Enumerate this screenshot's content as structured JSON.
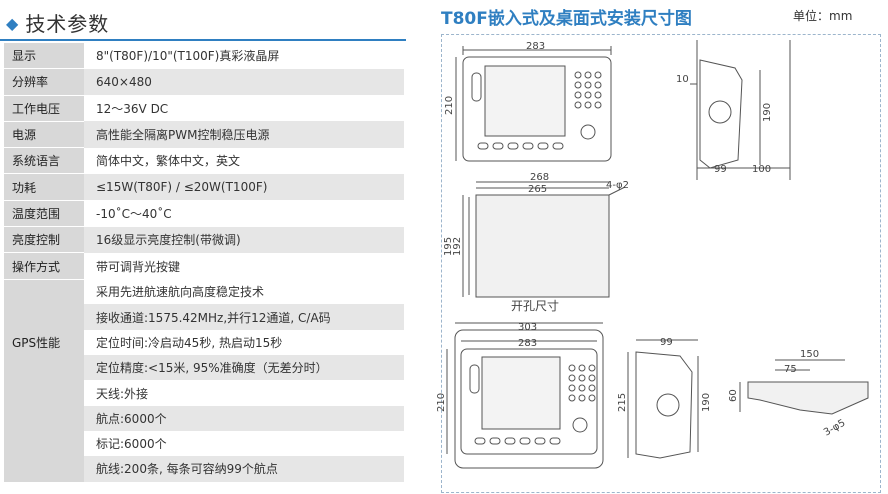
{
  "heading": "技术参数",
  "rows": [
    {
      "label": "显示",
      "value": "8\"(T80F)/10\"(T100F)真彩液晶屏"
    },
    {
      "label": "分辨率",
      "value": "640×480"
    },
    {
      "label": "工作电压",
      "value": "12～36V  DC"
    },
    {
      "label": "电源",
      "value": "高性能全隔离PWM控制稳压电源"
    },
    {
      "label": "系统语言",
      "value": "简体中文，繁体中文，英文"
    },
    {
      "label": "功耗",
      "value": "≤15W(T80F)  /  ≤20W(T100F)"
    },
    {
      "label": "温度范围",
      "value": "-10˚C～40˚C"
    },
    {
      "label": "亮度控制",
      "value": "16级显示亮度控制(带微调)"
    },
    {
      "label": "操作方式",
      "value": "带可调背光按键"
    }
  ],
  "gps": {
    "label": "GPS性能",
    "items": [
      "采用先进航速航向高度稳定技术",
      "接收通道:1575.42MHz,并行12通道, C/A码",
      "定位时间:冷启动45秒, 热启动15秒",
      "定位精度:<15米, 95%准确度（无差分时）",
      "天线:外接"
    ]
  },
  "extra": [
    "航点:6000个",
    "标记:6000个",
    "航线:200条, 每条可容纳99个航点"
  ],
  "drawing": {
    "title": "T80F嵌入式及桌面式安装尺寸图",
    "unit": "单位：mm",
    "dims": {
      "w283": "283",
      "h210": "210",
      "d10": "10",
      "h190": "190",
      "d99": "99",
      "d100": "100",
      "w268": "268",
      "w265": "265",
      "hole": "4-φ2",
      "h195": "195",
      "h192": "192",
      "cutout": "开孔尺寸",
      "w303": "303",
      "w283b": "283",
      "h210b": "210",
      "d99b": "99",
      "h215": "215",
      "h190b": "190",
      "w150": "150",
      "w75": "75",
      "h60": "60",
      "hole3": "3-φ5"
    }
  },
  "colors": {
    "accent": "#2f7fc1",
    "label_bg": "#d8d8d8",
    "alt_bg": "#e6e6e6"
  }
}
